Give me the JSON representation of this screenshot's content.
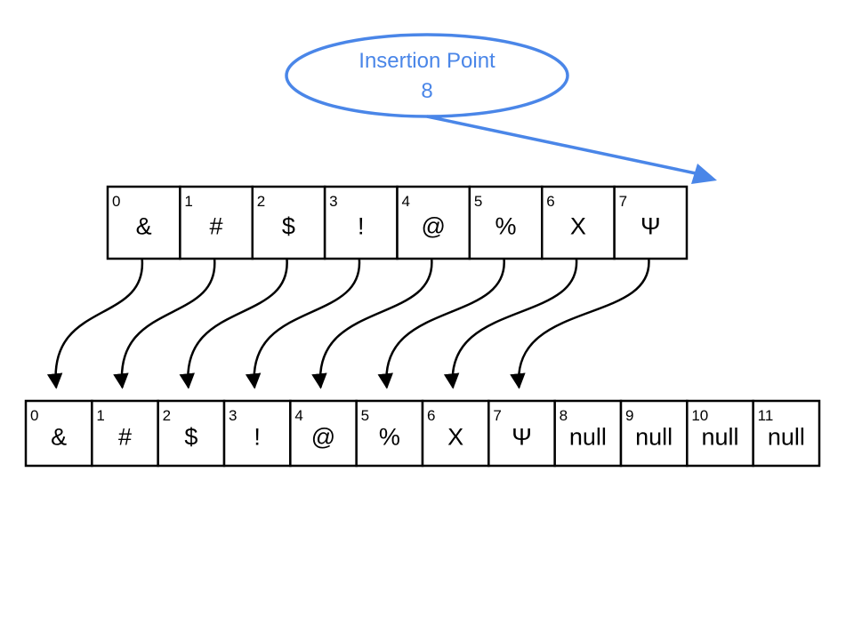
{
  "callout": {
    "label": "Insertion Point",
    "value": "8"
  },
  "source_array": {
    "cells": [
      {
        "index": "0",
        "value": "&"
      },
      {
        "index": "1",
        "value": "#"
      },
      {
        "index": "2",
        "value": "$"
      },
      {
        "index": "3",
        "value": "!"
      },
      {
        "index": "4",
        "value": "@"
      },
      {
        "index": "5",
        "value": "%"
      },
      {
        "index": "6",
        "value": "X"
      },
      {
        "index": "7",
        "value": "Ψ"
      }
    ]
  },
  "target_array": {
    "cells": [
      {
        "index": "0",
        "value": "&"
      },
      {
        "index": "1",
        "value": "#"
      },
      {
        "index": "2",
        "value": "$"
      },
      {
        "index": "3",
        "value": "!"
      },
      {
        "index": "4",
        "value": "@"
      },
      {
        "index": "5",
        "value": "%"
      },
      {
        "index": "6",
        "value": "X"
      },
      {
        "index": "7",
        "value": "Ψ"
      },
      {
        "index": "8",
        "value": "null"
      },
      {
        "index": "9",
        "value": "null"
      },
      {
        "index": "10",
        "value": "null"
      },
      {
        "index": "11",
        "value": "null"
      }
    ]
  },
  "colors": {
    "accent": "#4a86e8",
    "stroke": "#000000"
  }
}
